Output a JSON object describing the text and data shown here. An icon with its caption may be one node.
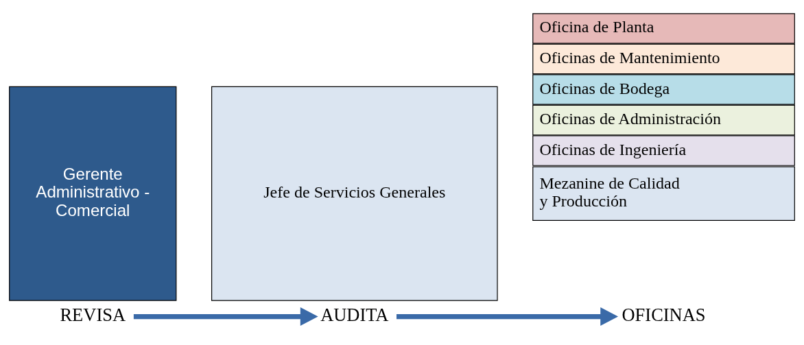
{
  "diagram": {
    "nodes": [
      {
        "text": [
          "REVISA"
        ]
      },
      {
        "text": [
          "AUDITA"
        ]
      },
      {
        "text": [
          "OFICINAS"
        ]
      },
      {
        "text": [
          "Gerente Administrativo - Comercial"
        ]
      },
      {
        "text": [
          "Jefe de Servicios Generales"
        ]
      },
      {
        "text": [
          "Mezanine de Calidad y Producción"
        ]
      },
      {
        "text": [
          "Oficinas de Ingeniería"
        ]
      },
      {
        "text": [
          "Oficinas de Administración"
        ]
      },
      {
        "text": [
          "Oficinas de Bodega"
        ]
      },
      {
        "text": [
          "Oficinas de Mantenimiento"
        ]
      },
      {
        "text": [
          "Oficina de Planta"
        ]
      }
    ],
    "edges": [
      {
        "from": 0,
        "to": 1,
        "arrow": "to"
      },
      {
        "from": 1,
        "to": 2,
        "arrow": "to"
      }
    ]
  }
}
